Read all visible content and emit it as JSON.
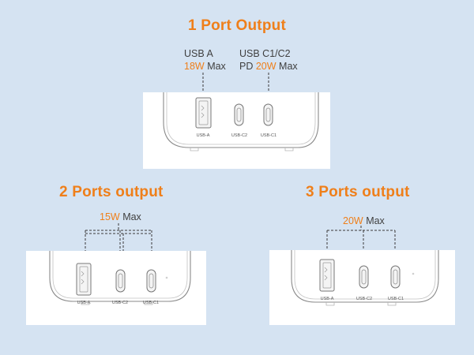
{
  "colors": {
    "background": "#d5e3f2",
    "accent": "#ef7f1a",
    "text": "#3f3f3f",
    "panel": "#ffffff"
  },
  "section1": {
    "title": "1 Port Output",
    "usba_name": "USB A",
    "usba_watt": "18W",
    "usba_max": "Max",
    "usbc_name": "USB C1/C2",
    "usbc_prefix": "PD",
    "usbc_watt": "20W",
    "usbc_max": "Max",
    "ports": [
      "USB-A",
      "USB-C2",
      "USB-C1"
    ]
  },
  "section2": {
    "title": "2 Ports output",
    "watt": "15W",
    "max": "Max",
    "ports": [
      "USB-A",
      "USB-C2",
      "USB-C1"
    ]
  },
  "section3": {
    "title": "3 Ports output",
    "watt": "20W",
    "max": "Max",
    "ports": [
      "USB-A",
      "USB-C2",
      "USB-C1"
    ]
  }
}
